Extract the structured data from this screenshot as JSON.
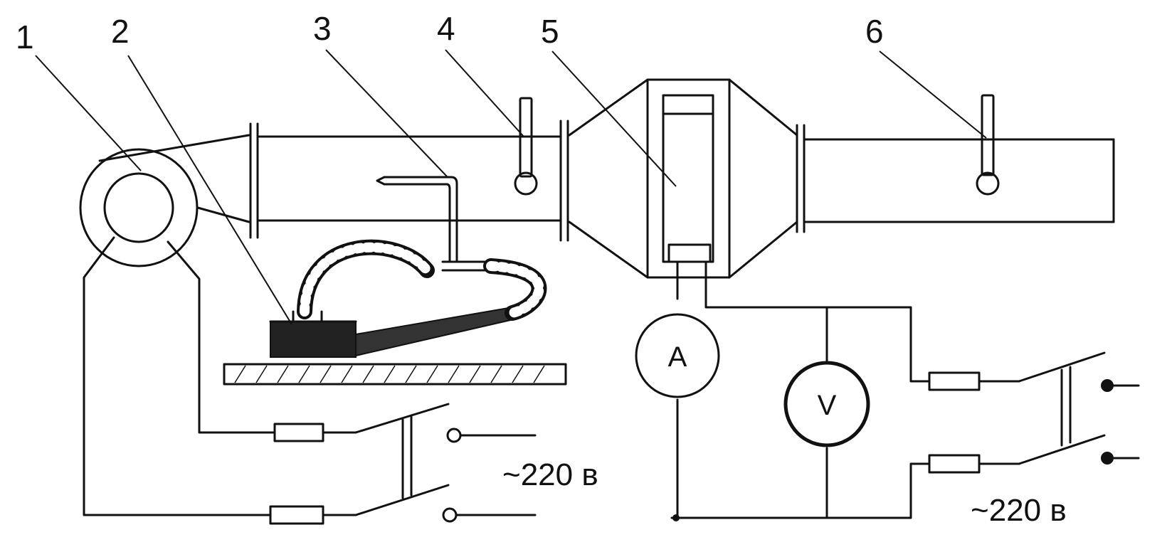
{
  "diagram": {
    "labels": {
      "l1": "1",
      "l2": "2",
      "l3": "3",
      "l4": "4",
      "l5": "5",
      "l6": "6"
    },
    "ammeter_symbol": "A",
    "voltmeter_symbol": "V",
    "supply_left": "~220 в",
    "supply_right": "~220 в"
  }
}
